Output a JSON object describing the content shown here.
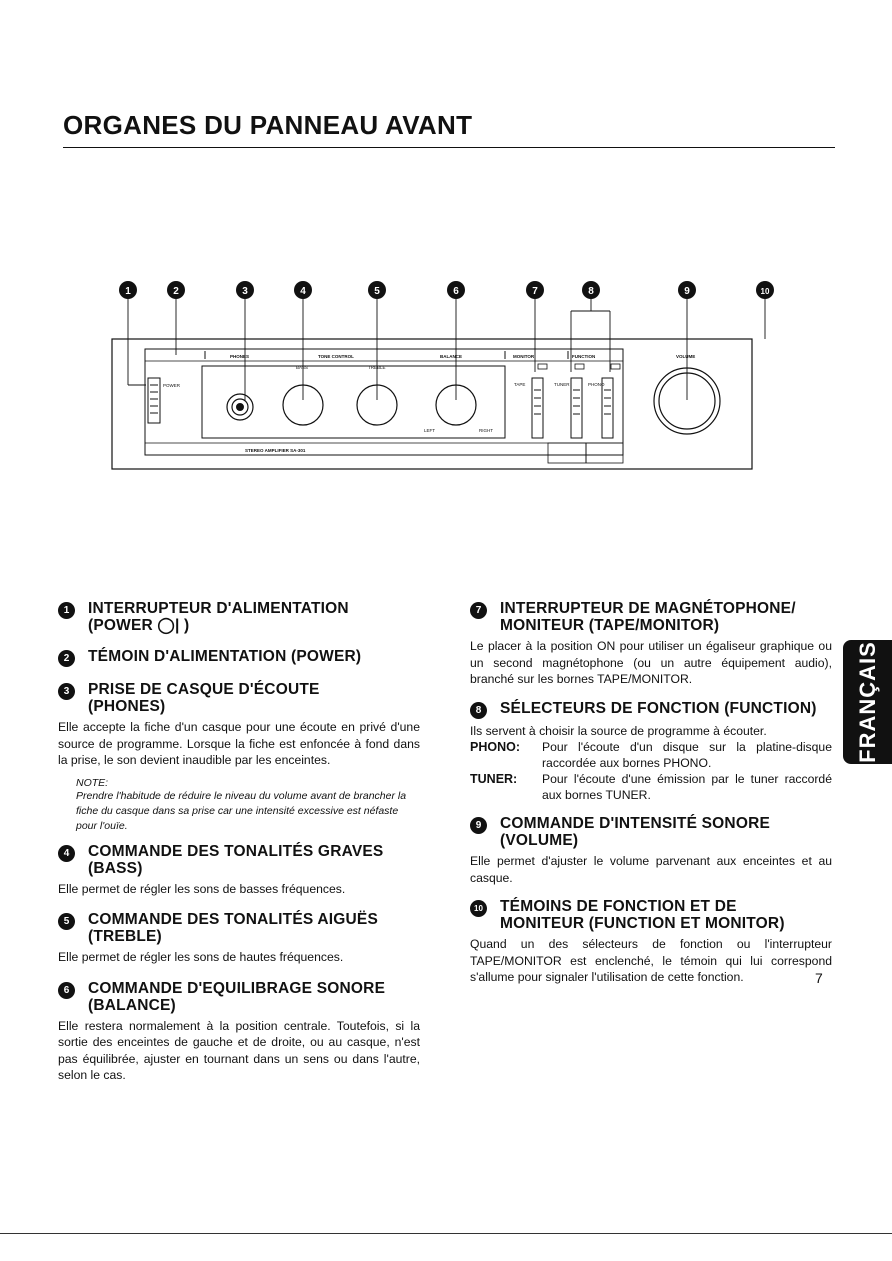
{
  "page": {
    "title": "ORGANES DU PANNEAU AVANT",
    "page_number": "7",
    "side_tab": "FRANÇAIS"
  },
  "diagram": {
    "callouts": [
      "1",
      "2",
      "3",
      "4",
      "5",
      "6",
      "7",
      "8",
      "9",
      "10"
    ],
    "labels": {
      "phones": "PHONES",
      "tone_control": "TONE CONTROL",
      "bass": "BASS",
      "treble": "TREBLE",
      "balance": "BALANCE",
      "monitor": "MONITOR",
      "function": "FUNCTION",
      "volume": "VOLUME",
      "power": "POWER",
      "tape": "TAPE",
      "tuner": "TUNER",
      "phono": "PHONO",
      "left": "LEFT",
      "right": "RIGHT",
      "model": "STEREO AMPLIFIER SA-301"
    }
  },
  "sections": {
    "s1": {
      "num": "1",
      "title": "INTERRUPTEUR D'ALIMENTATION",
      "title2": "(POWER ◯| )"
    },
    "s2": {
      "num": "2",
      "title": "TÉMOIN D'ALIMENTATION (POWER)"
    },
    "s3": {
      "num": "3",
      "title": "PRISE DE CASQUE D'ÉCOUTE",
      "title2": "(PHONES)",
      "body": "Elle accepte la fiche d'un casque pour une écoute en privé d'une source de programme. Lorsque la fiche est enfoncée à fond dans la prise, le son devient inaudible par les enceintes.",
      "note_label": "NOTE:",
      "note": "Prendre l'habitude de réduire le niveau du volume avant de brancher la fiche du casque dans sa prise car une intensité excessive est néfaste pour l'ouïe."
    },
    "s4": {
      "num": "4",
      "title": "COMMANDE DES TONALITÉS GRAVES",
      "title2": "(BASS)",
      "body": "Elle permet de régler les sons de basses fréquences."
    },
    "s5": {
      "num": "5",
      "title": "COMMANDE DES TONALITÉS AIGUËS",
      "title2": "(TREBLE)",
      "body": "Elle permet de régler les sons de hautes fréquences."
    },
    "s6": {
      "num": "6",
      "title": "COMMANDE D'EQUILIBRAGE SONORE",
      "title2": "(BALANCE)",
      "body": "Elle restera normalement à la position centrale. Toutefois, si la sortie des enceintes de gauche et de droite, ou au casque, n'est pas équilibrée, ajuster en tournant dans un sens ou dans l'autre, selon le cas."
    },
    "s7": {
      "num": "7",
      "title": "INTERRUPTEUR DE MAGNÉTOPHONE/",
      "title2": "MONITEUR (TAPE/MONITOR)",
      "body": "Le placer à la position ON pour utiliser un égaliseur graphique ou un second magnétophone (ou un autre équipement audio), branché sur les bornes TAPE/MONITOR."
    },
    "s8": {
      "num": "8",
      "title": "SÉLECTEURS DE FONCTION (FUNCTION)",
      "body": "Ils servent à choisir la source de programme à écouter.",
      "defs": [
        {
          "term": "PHONO:",
          "text": "Pour l'écoute d'un disque sur la platine-disque raccordée aux bornes PHONO."
        },
        {
          "term": "TUNER:",
          "text": "Pour l'écoute d'une émission par le tuner raccordé aux bornes TUNER."
        }
      ]
    },
    "s9": {
      "num": "9",
      "title": "COMMANDE D'INTENSITÉ SONORE",
      "title2": "(VOLUME)",
      "body": "Elle permet d'ajuster le volume parvenant aux enceintes et au casque."
    },
    "s10": {
      "num": "10",
      "title": "TÉMOINS DE FONCTION ET DE",
      "title2": "MONITEUR (FUNCTION ET MONITOR)",
      "body": "Quand un des sélecteurs de fonction ou l'interrupteur TAPE/MONITOR est enclenché, le témoin qui lui correspond s'allume pour signaler l'utilisation de cette fonction."
    }
  }
}
